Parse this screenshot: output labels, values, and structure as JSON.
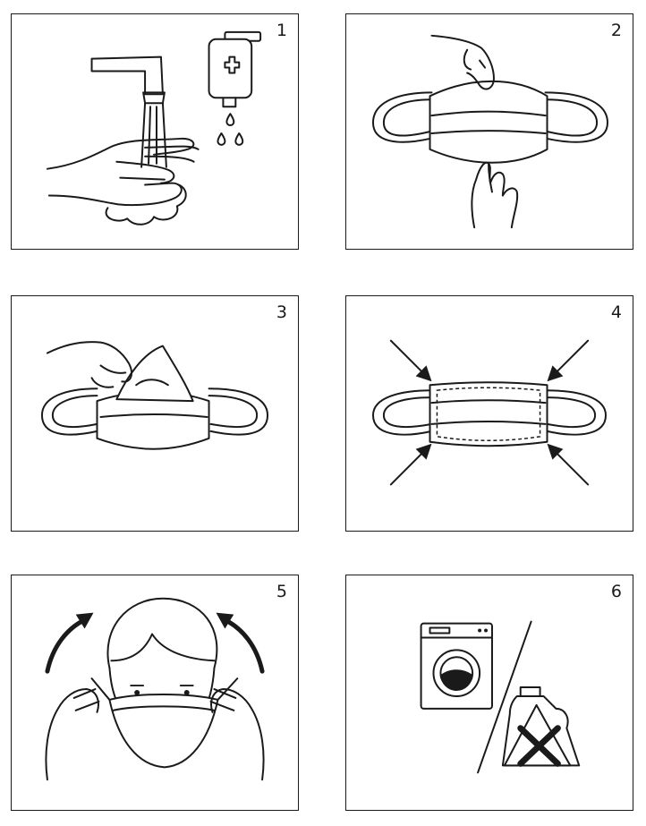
{
  "panels": [
    {
      "number": "1",
      "icons": [
        "faucet-icon",
        "hand-sanitizer-icon",
        "washing-hands-icon"
      ]
    },
    {
      "number": "2",
      "icons": [
        "hand-icon",
        "face-mask-icon"
      ]
    },
    {
      "number": "3",
      "icons": [
        "hand-icon",
        "face-mask-icon",
        "filter-insert-icon"
      ]
    },
    {
      "number": "4",
      "icons": [
        "face-mask-icon",
        "arrow-icon"
      ]
    },
    {
      "number": "5",
      "icons": [
        "person-icon",
        "face-mask-icon",
        "curved-arrow-icon"
      ]
    },
    {
      "number": "6",
      "icons": [
        "washing-machine-icon",
        "bleach-bottle-icon",
        "cross-icon"
      ]
    }
  ],
  "colors": {
    "line": "#1a1a1a",
    "background": "#ffffff"
  }
}
